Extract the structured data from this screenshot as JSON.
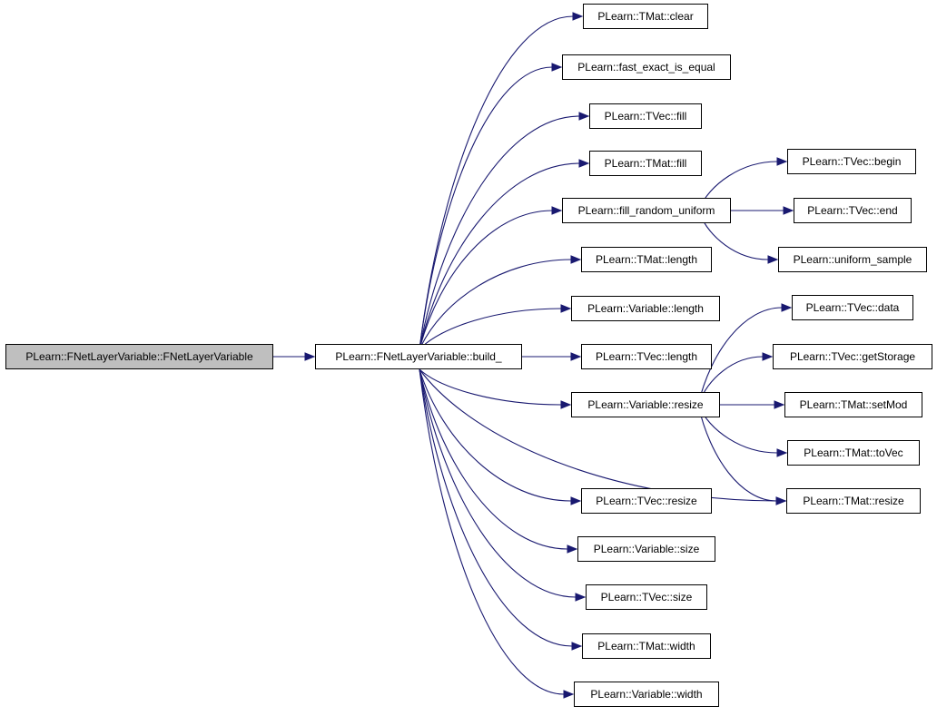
{
  "colors": {
    "edge": "#191970",
    "root_fill": "#bfbfbf",
    "node_fill": "#ffffff",
    "border": "#000000"
  },
  "nodes": {
    "root": "PLearn::FNetLayerVariable::FNetLayerVariable",
    "build": "PLearn::FNetLayerVariable::build_",
    "tmat_clear": "PLearn::TMat::clear",
    "fast_exact": "PLearn::fast_exact_is_equal",
    "tvec_fill": "PLearn::TVec::fill",
    "tmat_fill": "PLearn::TMat::fill",
    "fill_random": "PLearn::fill_random_uniform",
    "tmat_length": "PLearn::TMat::length",
    "var_length": "PLearn::Variable::length",
    "tvec_length": "PLearn::TVec::length",
    "var_resize": "PLearn::Variable::resize",
    "tvec_resize": "PLearn::TVec::resize",
    "var_size": "PLearn::Variable::size",
    "tvec_size": "PLearn::TVec::size",
    "tmat_width": "PLearn::TMat::width",
    "var_width": "PLearn::Variable::width",
    "tvec_begin": "PLearn::TVec::begin",
    "tvec_end": "PLearn::TVec::end",
    "uniform_sample": "PLearn::uniform_sample",
    "tvec_data": "PLearn::TVec::data",
    "tvec_getstorage": "PLearn::TVec::getStorage",
    "tmat_setmod": "PLearn::TMat::setMod",
    "tmat_tovec": "PLearn::TMat::toVec",
    "tmat_resize": "PLearn::TMat::resize"
  },
  "edges": [
    [
      "root",
      "build"
    ],
    [
      "build",
      "tmat_clear"
    ],
    [
      "build",
      "fast_exact"
    ],
    [
      "build",
      "tvec_fill"
    ],
    [
      "build",
      "tmat_fill"
    ],
    [
      "build",
      "fill_random"
    ],
    [
      "build",
      "tmat_length"
    ],
    [
      "build",
      "var_length"
    ],
    [
      "build",
      "tvec_length"
    ],
    [
      "build",
      "var_resize"
    ],
    [
      "build",
      "tvec_resize"
    ],
    [
      "build",
      "var_size"
    ],
    [
      "build",
      "tvec_size"
    ],
    [
      "build",
      "tmat_width"
    ],
    [
      "build",
      "var_width"
    ],
    [
      "build",
      "tmat_resize"
    ],
    [
      "fill_random",
      "tvec_begin"
    ],
    [
      "fill_random",
      "tvec_end"
    ],
    [
      "fill_random",
      "uniform_sample"
    ],
    [
      "var_resize",
      "tvec_data"
    ],
    [
      "var_resize",
      "tvec_getstorage"
    ],
    [
      "var_resize",
      "tmat_setmod"
    ],
    [
      "var_resize",
      "tmat_tovec"
    ],
    [
      "var_resize",
      "tmat_resize"
    ]
  ]
}
